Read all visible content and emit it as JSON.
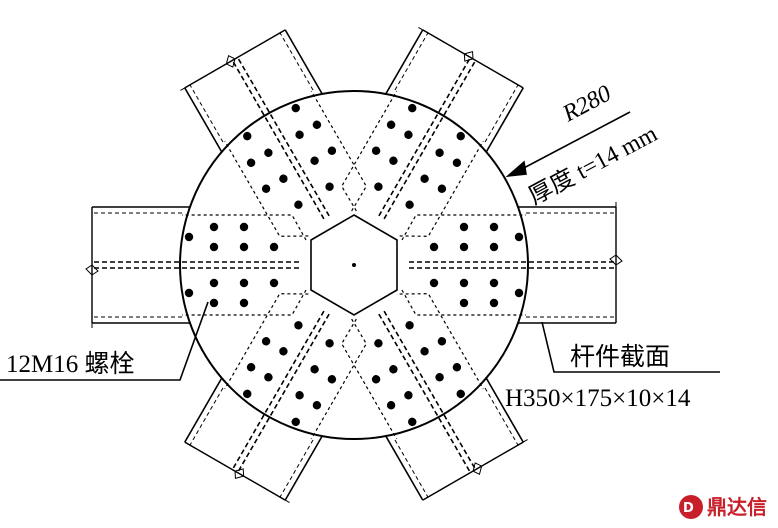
{
  "diagram": {
    "radius_label": "R280",
    "thickness_label": "厚度 t=14 mm",
    "bolt_label": "12M16 螺栓",
    "section_label": "杆件截面",
    "section_size": "H350×175×10×14",
    "watermark": "鼎达信",
    "colors": {
      "ink": "#000000",
      "watermark": "#c8202a"
    }
  }
}
